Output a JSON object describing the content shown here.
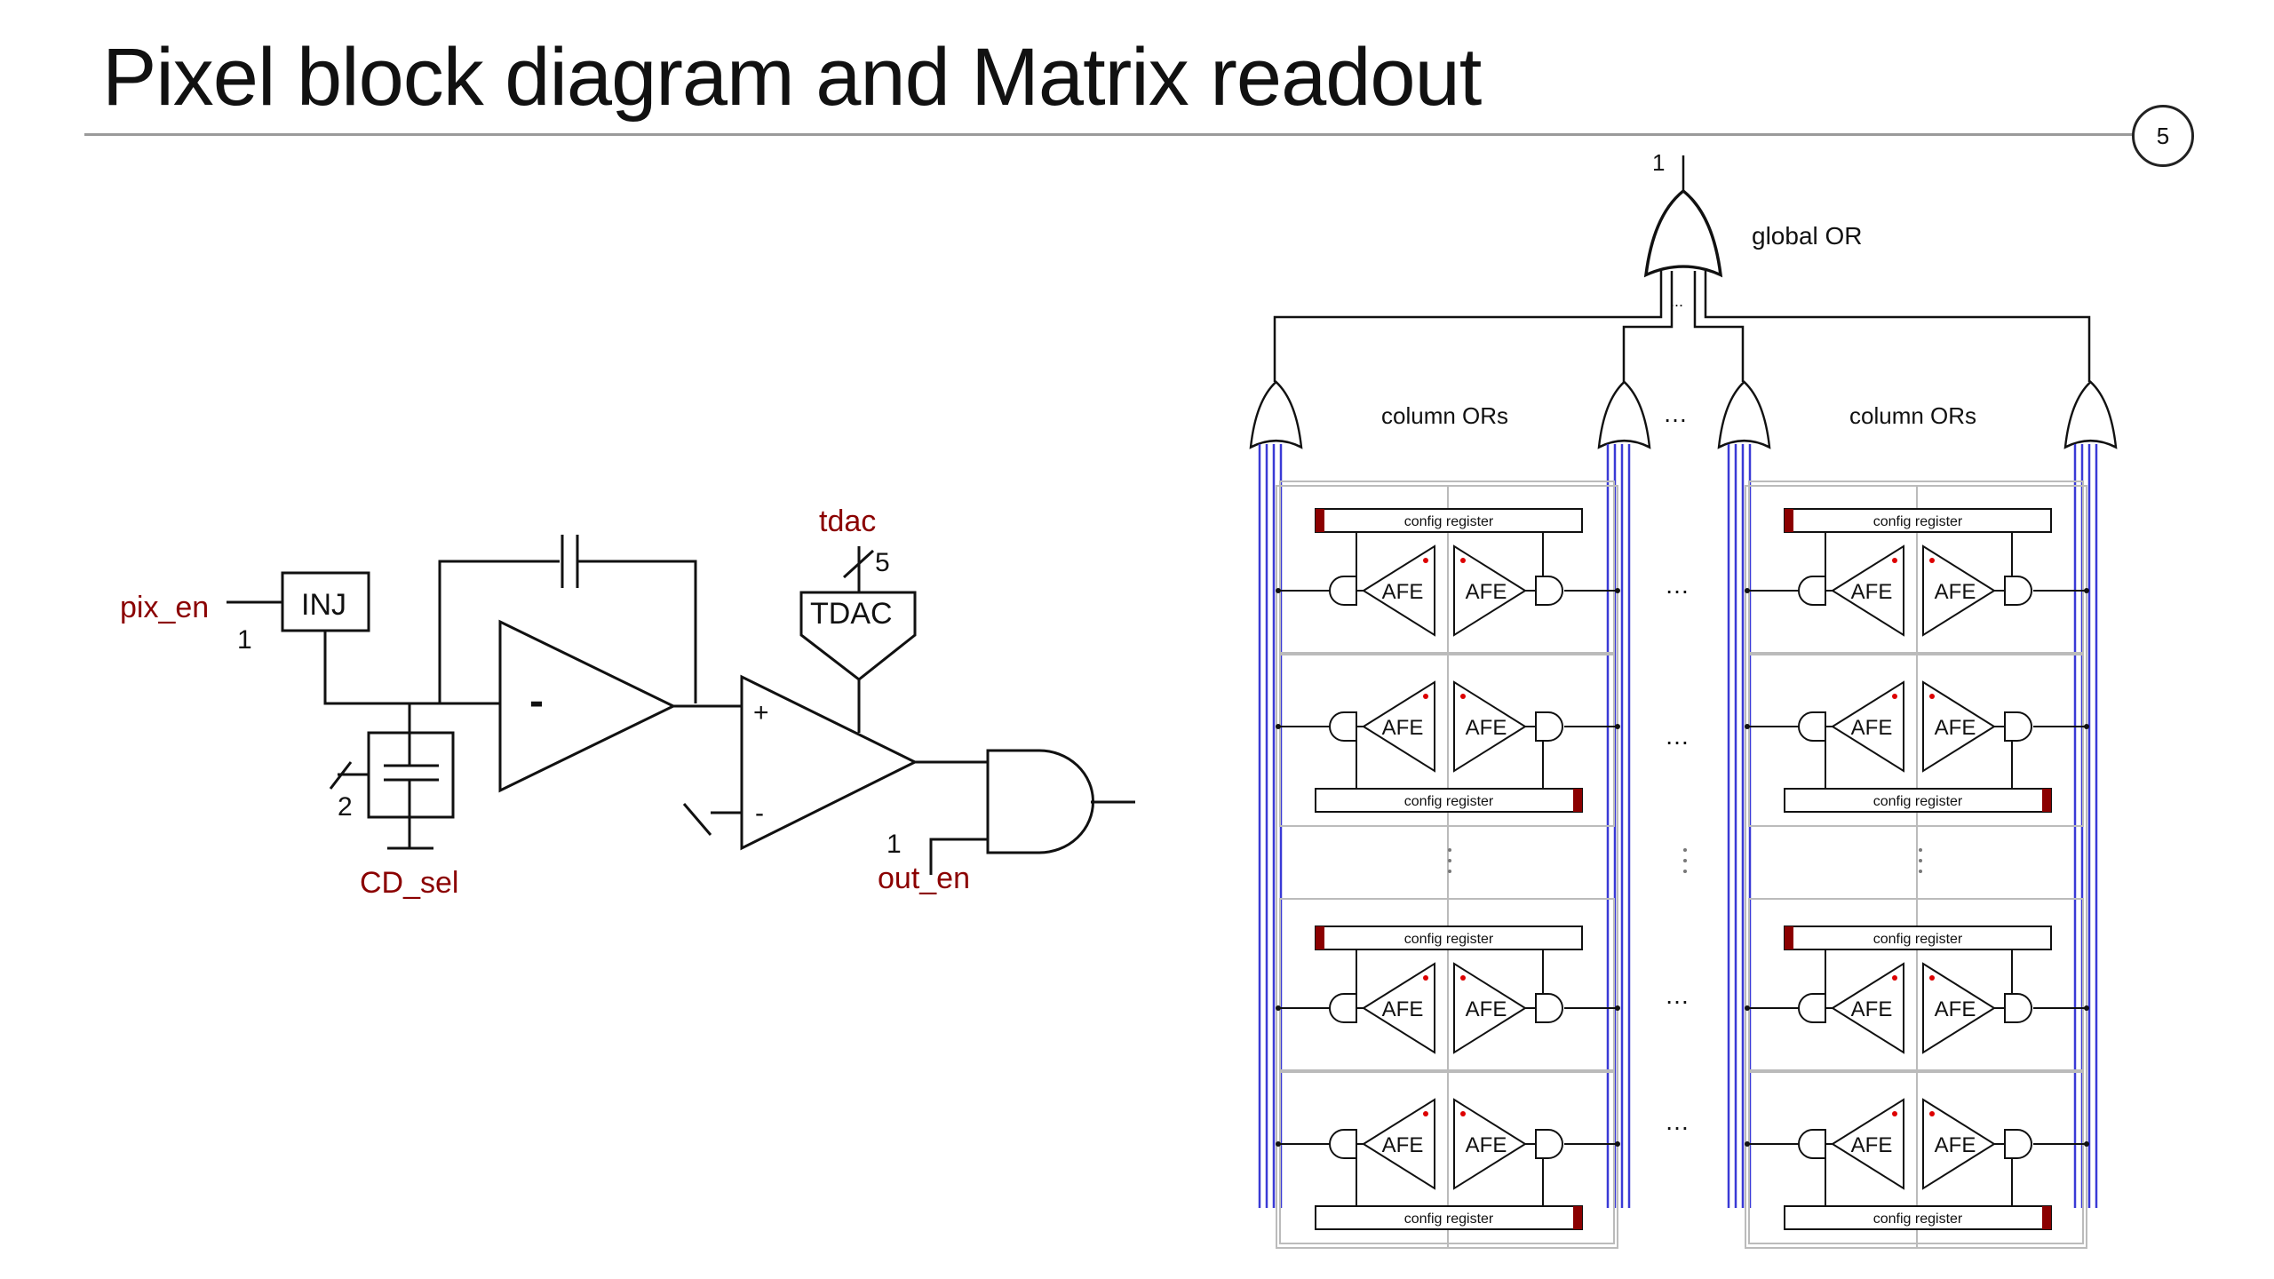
{
  "slide": {
    "title": "Pixel block diagram and Matrix readout",
    "page_number": "5"
  },
  "pixel_diagram": {
    "pix_en": "pix_en",
    "pix_en_width": "1",
    "inj": "INJ",
    "cd_sel": "CD_sel",
    "cd_sel_width": "2",
    "amp_sign": "-",
    "tdac_signal": "tdac",
    "tdac_width": "5",
    "tdac_block": "TDAC",
    "comp_plus": "+",
    "comp_minus": "-",
    "out_en": "out_en",
    "out_en_width": "1"
  },
  "matrix": {
    "global_or": "global OR",
    "global_or_width": "1",
    "ellipsis": "...",
    "column_ors_left": "column ORs",
    "column_ors_right": "column ORs",
    "dots": "…",
    "afe": "AFE",
    "config_register": "config register"
  },
  "colors": {
    "signal_red": "#8b0000",
    "bus_blue": "#3a3ad6"
  }
}
